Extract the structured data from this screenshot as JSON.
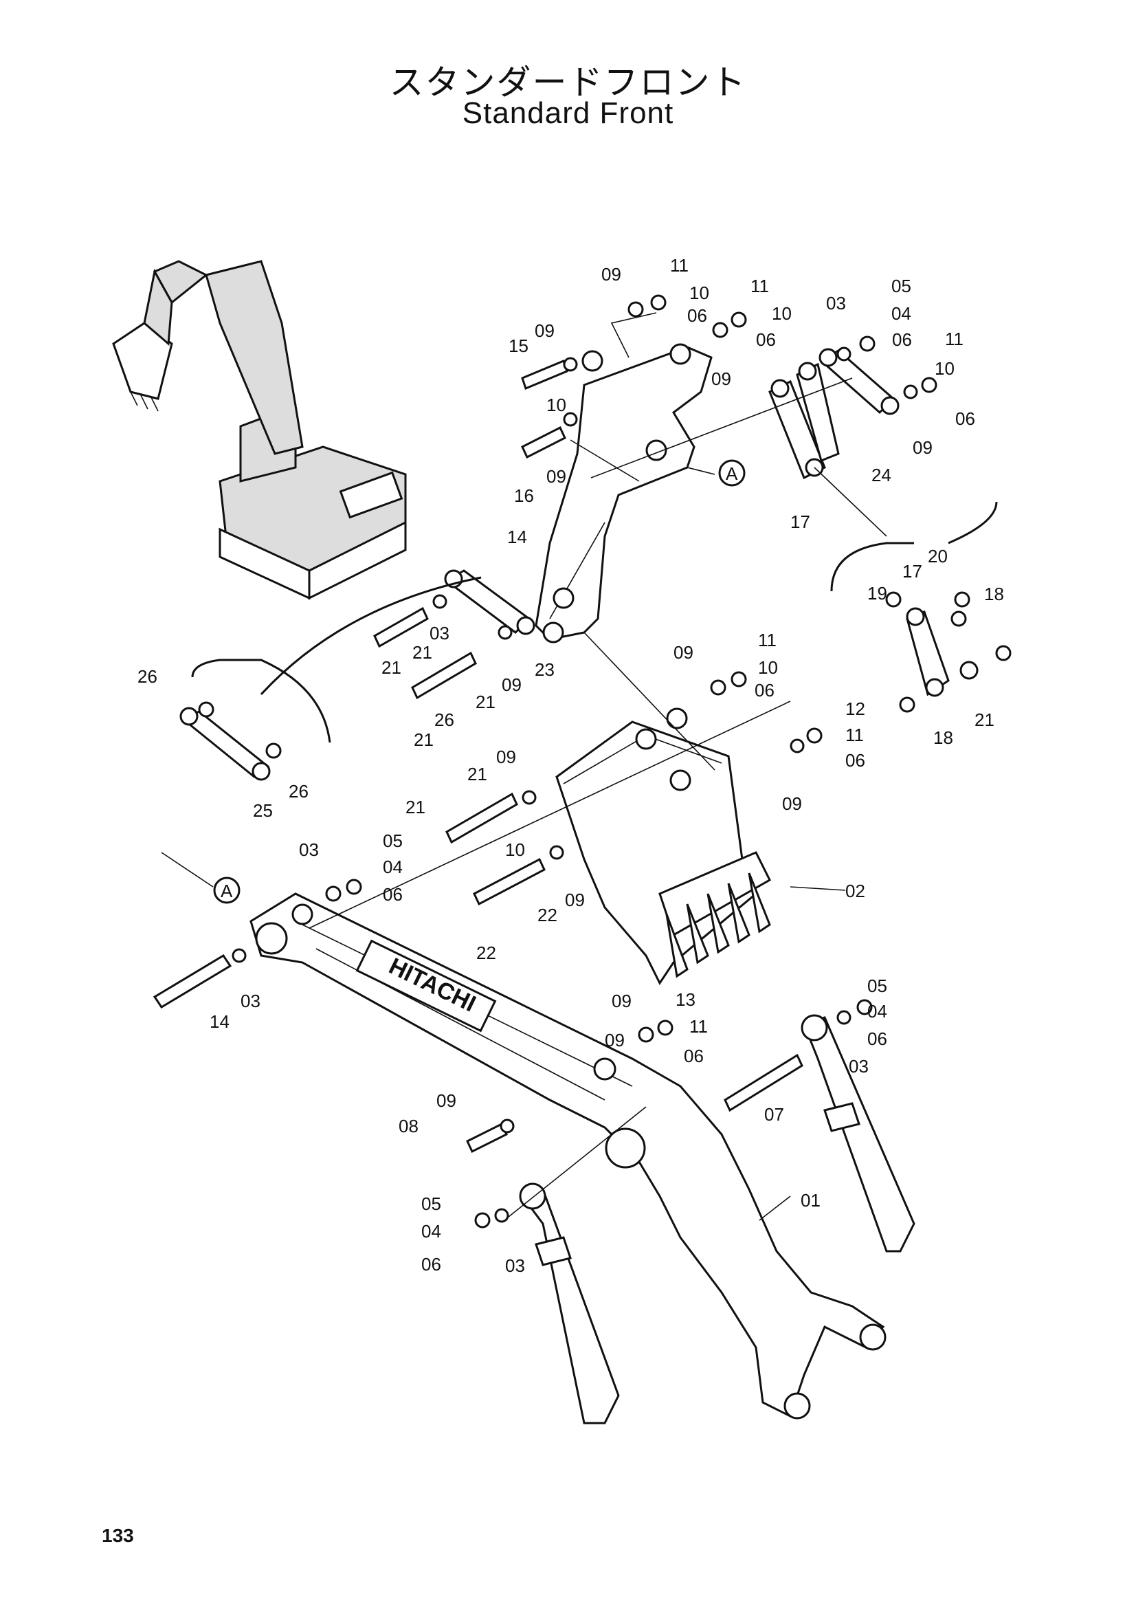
{
  "title_jp": "スタンダードフロント",
  "title_en": "Standard Front",
  "page_number": "133",
  "callouts": {
    "A1": "A",
    "A2": "A"
  },
  "brand_text": "HITACHI",
  "part_labels": [
    "01",
    "02",
    "03",
    "03",
    "03",
    "03",
    "03",
    "03",
    "04",
    "04",
    "04",
    "04",
    "05",
    "05",
    "05",
    "05",
    "06",
    "06",
    "06",
    "06",
    "06",
    "06",
    "06",
    "06",
    "06",
    "06",
    "07",
    "08",
    "09",
    "09",
    "09",
    "09",
    "09",
    "09",
    "09",
    "09",
    "09",
    "09",
    "09",
    "09",
    "09",
    "10",
    "10",
    "10",
    "10",
    "10",
    "10",
    "11",
    "11",
    "11",
    "11",
    "11",
    "11",
    "12",
    "13",
    "14",
    "14",
    "15",
    "16",
    "17",
    "17",
    "18",
    "18",
    "19",
    "20",
    "21",
    "21",
    "21",
    "21",
    "21",
    "21",
    "21",
    "22",
    "22",
    "23",
    "24",
    "25",
    "26",
    "26",
    "26"
  ]
}
